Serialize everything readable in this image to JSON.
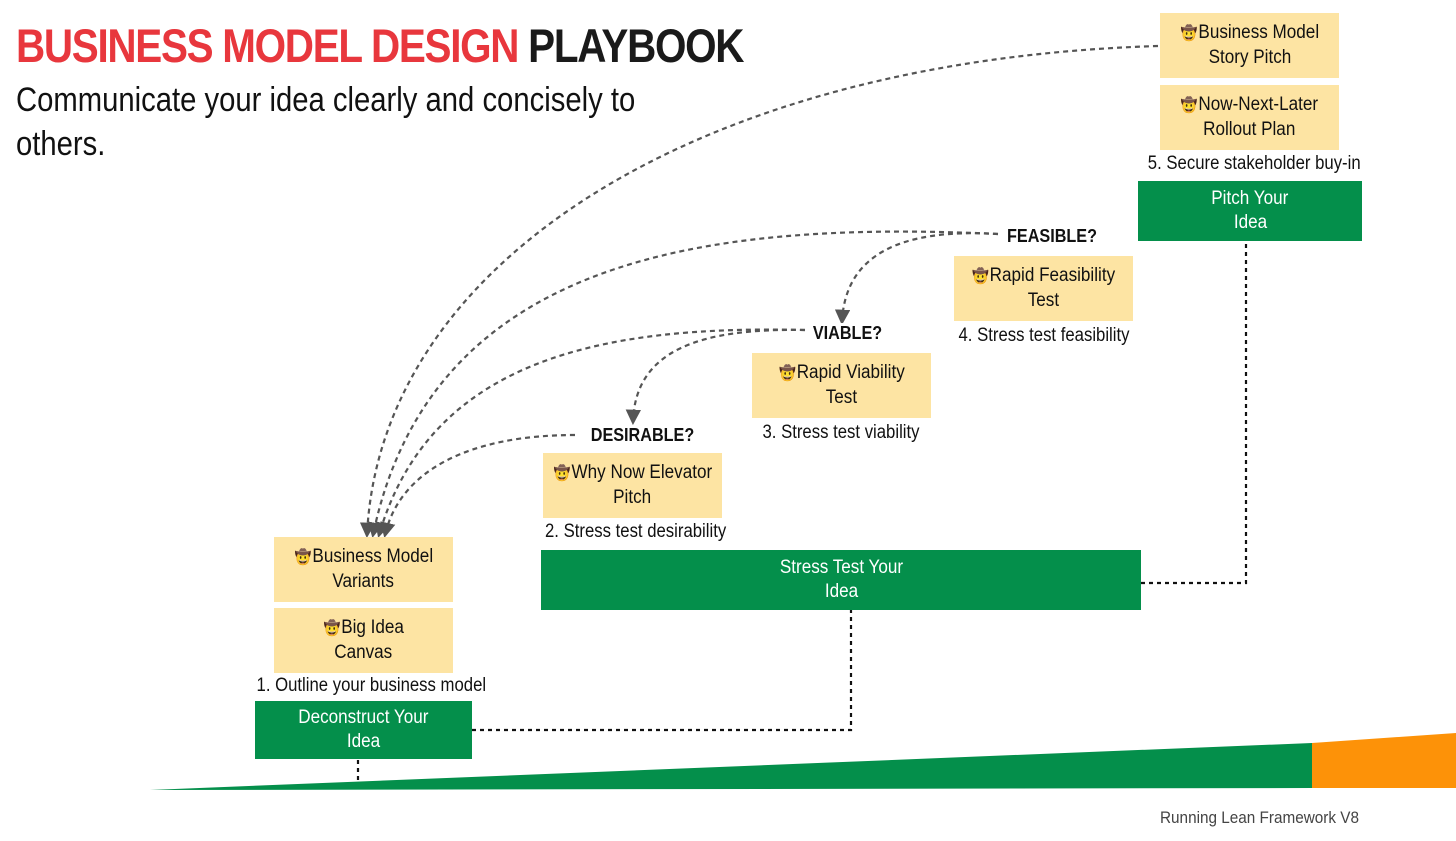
{
  "title": {
    "part1": "BUSINESS MODEL DESIGN",
    "part2": "PLAYBOOK"
  },
  "subtitle": "Communicate your idea clearly and concisely to others.",
  "stages": {
    "deconstruct": {
      "line1": "Deconstruct Your",
      "line2": "Idea"
    },
    "stress": {
      "line1": "Stress Test Your",
      "line2": "Idea"
    },
    "pitch": {
      "line1": "Pitch Your",
      "line2": "Idea"
    }
  },
  "steps": {
    "s1": "1. Outline your business model",
    "s2": "2. Stress test desirability",
    "s3": "3. Stress test viability",
    "s4": "4. Stress test feasibility",
    "s5": "5. Secure stakeholder buy-in"
  },
  "notes": {
    "emoji": "🤠",
    "big_idea": {
      "line1": "Big Idea",
      "line2": "Canvas"
    },
    "variants": {
      "line1": "Business Model",
      "line2": "Variants"
    },
    "elevator": {
      "line1": "Why Now Elevator",
      "line2": "Pitch"
    },
    "viability": {
      "line1": "Rapid Viability",
      "line2": "Test"
    },
    "feasibility": {
      "line1": "Rapid Feasibility",
      "line2": "Test"
    },
    "rollout": {
      "line1": "Now-Next-Later",
      "line2": "Rollout Plan"
    },
    "story": {
      "line1": "Business Model",
      "line2": "Story Pitch"
    }
  },
  "gates": {
    "desirable": "DESIRABLE?",
    "viable": "VIABLE?",
    "feasible": "FEASIBLE?"
  },
  "footer": "Running Lean Framework V8",
  "colors": {
    "title_red": "#e8373d",
    "stage_green": "#048f4b",
    "note_yellow": "#fde4a3",
    "accent_orange": "#fd9208",
    "connector": "#555555"
  }
}
